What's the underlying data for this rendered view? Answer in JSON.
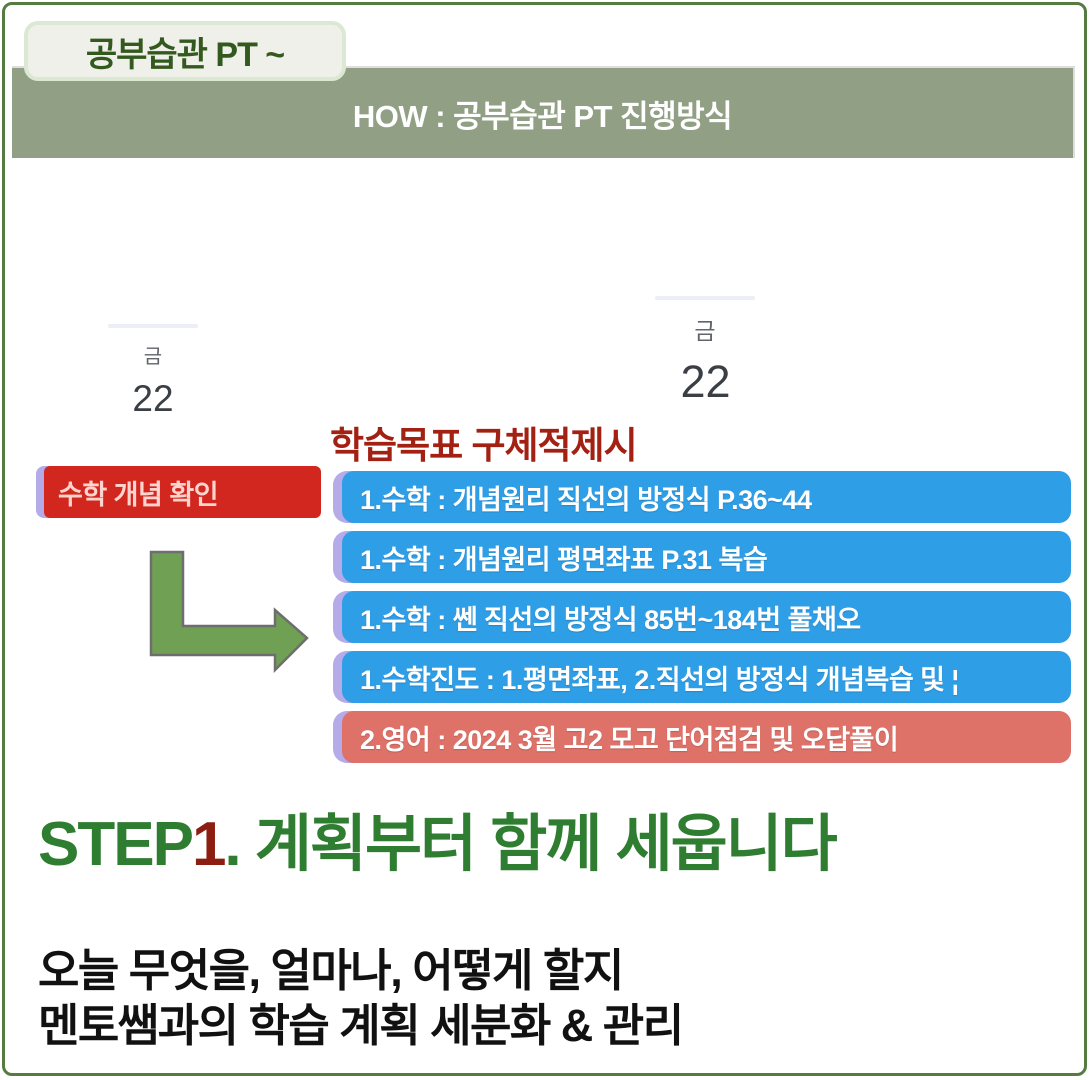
{
  "page": {
    "badge_label": "공부습관 PT ~",
    "banner_title": "HOW : 공부습관 PT 진행방식"
  },
  "calendar": {
    "left": {
      "weekday": "금",
      "date": "22"
    },
    "right": {
      "weekday": "금",
      "date": "22"
    }
  },
  "event": {
    "label": "수학 개념 확인"
  },
  "goals": {
    "heading": "학습목표 구체적제시",
    "items": [
      {
        "text": "1.수학 : 개념원리 직선의 방정식 P.36~44",
        "color": "blue"
      },
      {
        "text": "1.수학 : 개념원리 평면좌표 P.31 복습",
        "color": "blue"
      },
      {
        "text": "1.수학 : 쎈 직선의 방정식 85번~184번 풀채오",
        "color": "blue"
      },
      {
        "text": "1.수학진도 : 1.평면좌표, 2.직선의 방정식 개념복습 및 ¦",
        "color": "blue"
      },
      {
        "text": "2.영어 : 2024 3월 고2 모고 단어점검 및 오답풀이",
        "color": "salmon"
      }
    ]
  },
  "step": {
    "prefix": "STEP",
    "number": "1",
    "rest": ". 계획부터 함께 세웁니다"
  },
  "description": {
    "line1": "오늘 무엇을, 얼마나, 어떻게 할지",
    "line2": "멘토쌤과의 학습 계획 세분화 & 관리"
  },
  "icons": {
    "arrow": "elbow-arrow-right-icon"
  },
  "colors": {
    "frame_border": "#567B41",
    "badge_bg": "#F0F0EB",
    "badge_border": "#DBE9D3",
    "badge_text": "#34591E",
    "banner_bg": "#91A085",
    "banner_text": "#FFFFFF",
    "event_red": "#D2271E",
    "event_text": "#FFD4CE",
    "strip_lavender": "#B5ABE8",
    "bar_blue": "#2E9EE7",
    "bar_salmon": "#DE7168",
    "bar_text": "#FFFFFF",
    "goal_heading_red": "#A32112",
    "arrow_green": "#6FA054",
    "arrow_stroke": "#6E6E6E",
    "step_green": "#2E7D31",
    "step_number_red": "#8C1D10",
    "body_text": "#111111",
    "calendar_gray": "#60646B",
    "calendar_date": "#3A3F45"
  }
}
